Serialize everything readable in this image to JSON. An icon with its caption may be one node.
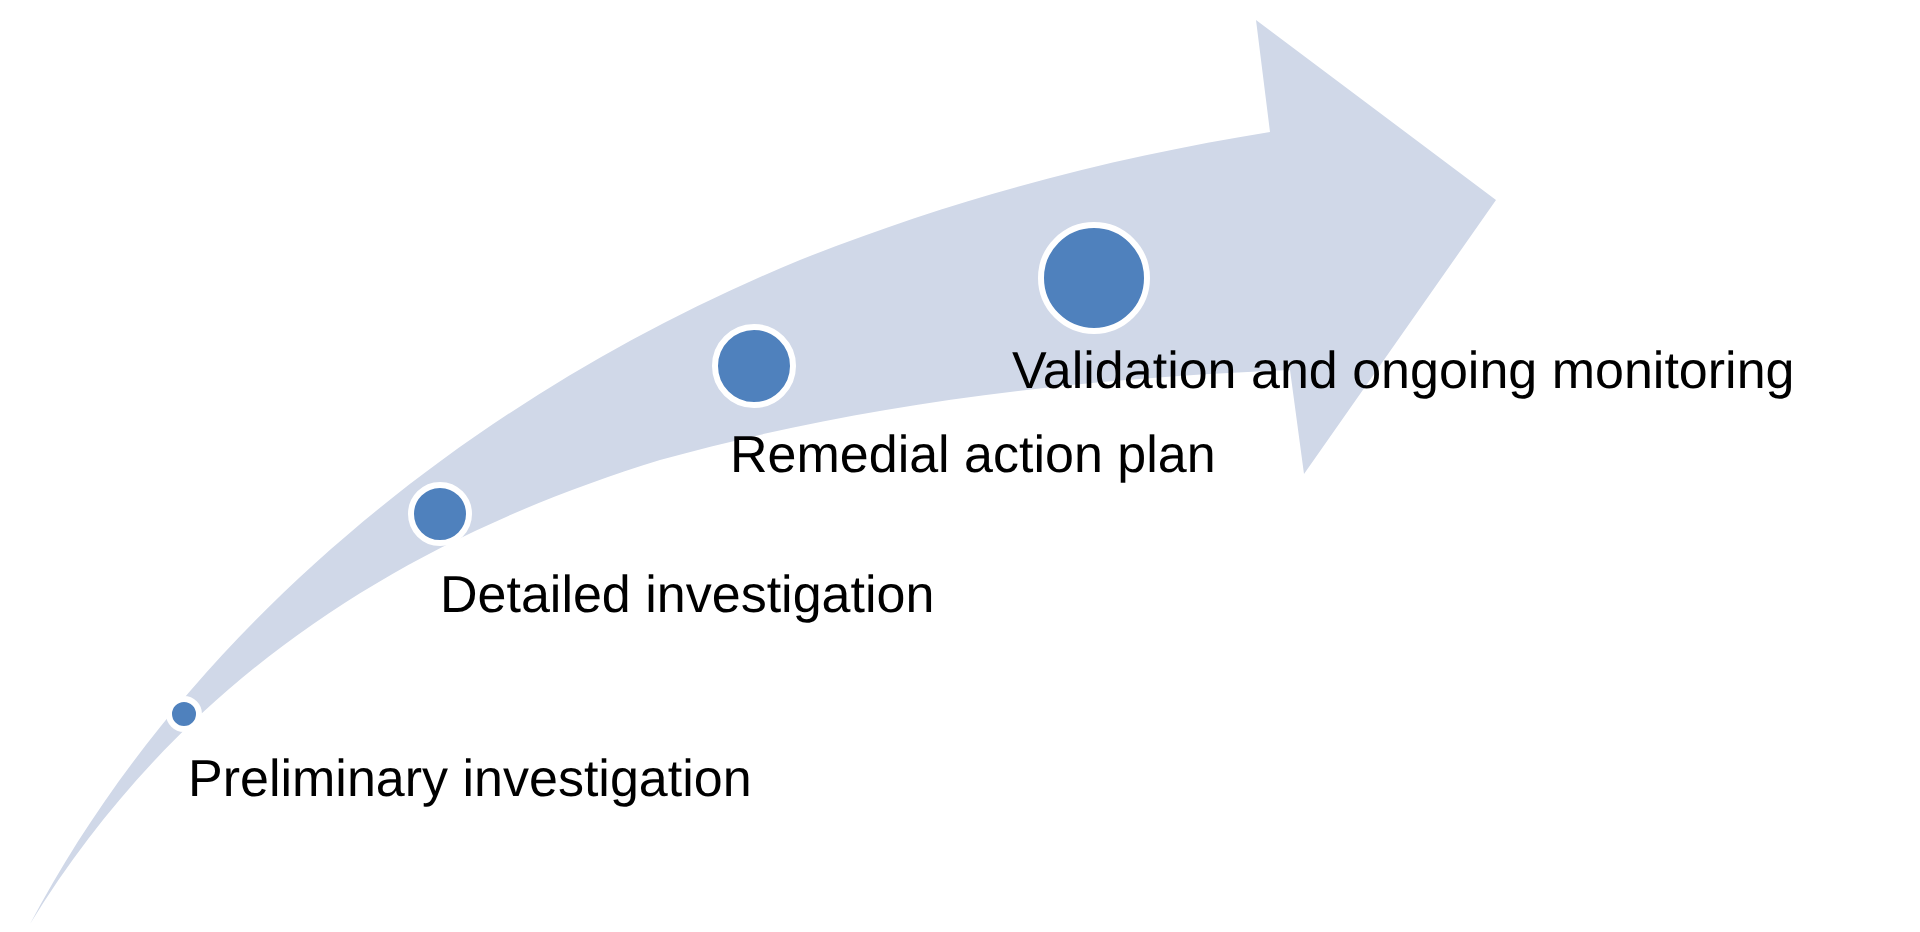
{
  "diagram": {
    "nodes": [
      {
        "text": [
          "Preliminary investigation"
        ]
      },
      {
        "text": [
          "Detailed investigation"
        ]
      },
      {
        "text": [
          "Remedial action plan"
        ]
      },
      {
        "text": [
          "Validation and ongoing monitoring"
        ]
      }
    ]
  }
}
